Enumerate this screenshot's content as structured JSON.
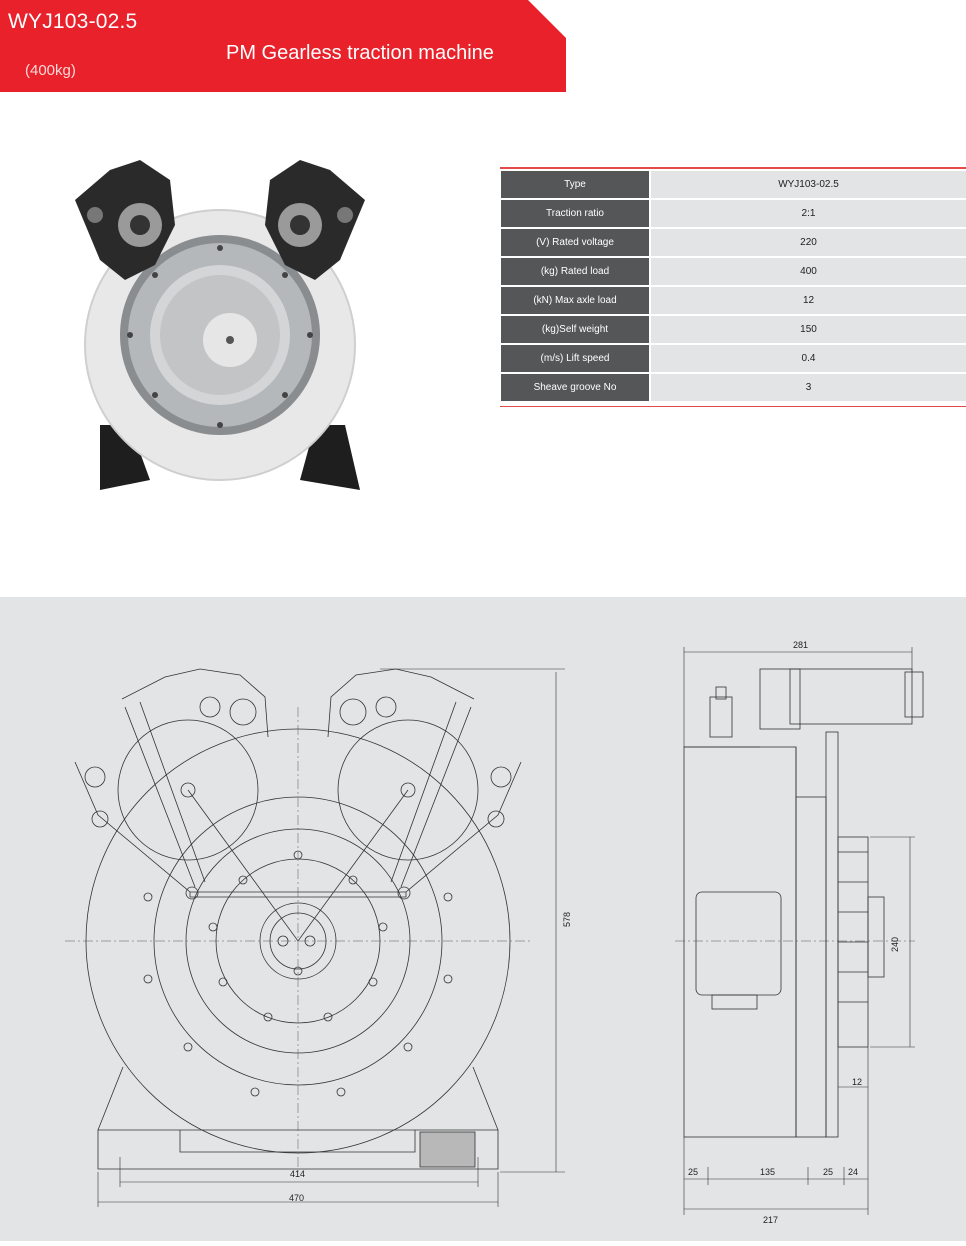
{
  "header": {
    "model": "WYJ103-02.5",
    "subtitle": "PM Gearless traction machine",
    "load_label": "(400kg)",
    "brand_color": "#e8212b"
  },
  "spec_table": {
    "rows": [
      {
        "label": "Type",
        "value": "WYJ103-02.5"
      },
      {
        "label": "Traction ratio",
        "value": "2:1"
      },
      {
        "label": "(V) Rated voltage",
        "value": "220"
      },
      {
        "label": "(kg) Rated load",
        "value": "400"
      },
      {
        "label": "(kN) Max axle load",
        "value": "12"
      },
      {
        "label": "(kg)Self weight",
        "value": "150"
      },
      {
        "label": "(m/s) Lift speed",
        "value": "0.4"
      },
      {
        "label": "Sheave groove No",
        "value": "3"
      }
    ]
  },
  "drawing": {
    "front": {
      "height": "578",
      "inner_width": "414",
      "outer_width": "470"
    },
    "side": {
      "top_width": "281",
      "sheave_dia": "240",
      "groove": "12",
      "seg1": "25",
      "seg2": "135",
      "seg3": "25",
      "seg4": "24",
      "total": "217"
    }
  }
}
